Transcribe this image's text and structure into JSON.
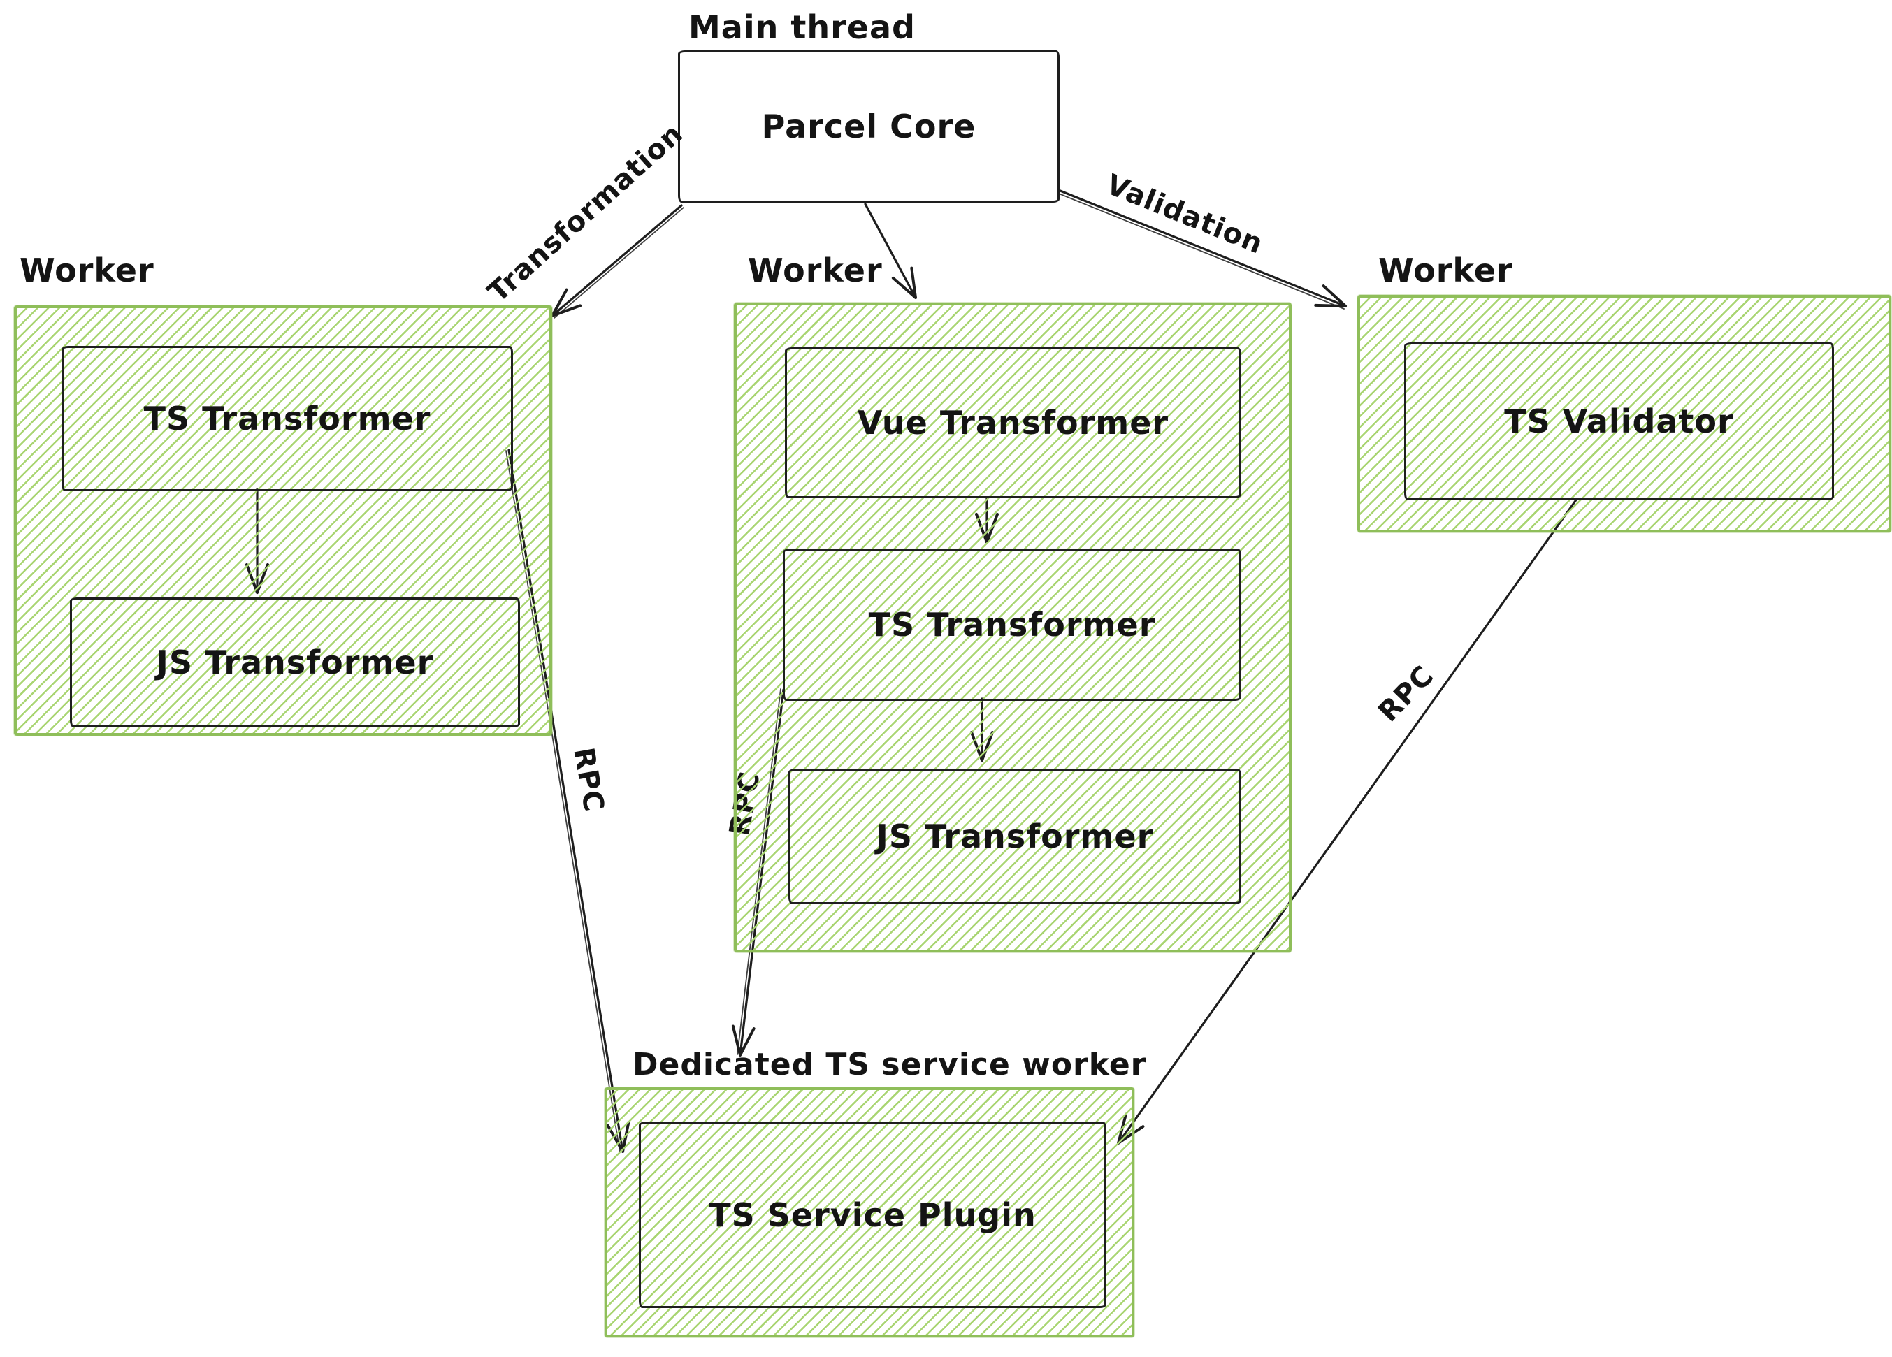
{
  "colors": {
    "stroke": "#1e1e1e",
    "worker-border": "#8fbe5a",
    "worker-hatch": "#a9d572",
    "bg": "#ffffff",
    "text": "#141414"
  },
  "main_thread": {
    "label": "Main thread",
    "node": "Parcel Core"
  },
  "workers": [
    {
      "label": "Worker",
      "nodes": [
        "TS Transformer",
        "JS Transformer"
      ]
    },
    {
      "label": "Worker",
      "nodes": [
        "Vue Transformer",
        "TS Transformer",
        "JS Transformer"
      ]
    },
    {
      "label": "Worker",
      "nodes": [
        "TS Validator"
      ]
    }
  ],
  "dedicated_worker": {
    "label": "Dedicated TS service worker",
    "nodes": [
      "TS Service Plugin"
    ]
  },
  "edges": {
    "transformation": "Transformation",
    "validation": "Validation",
    "rpc": "RPC"
  }
}
